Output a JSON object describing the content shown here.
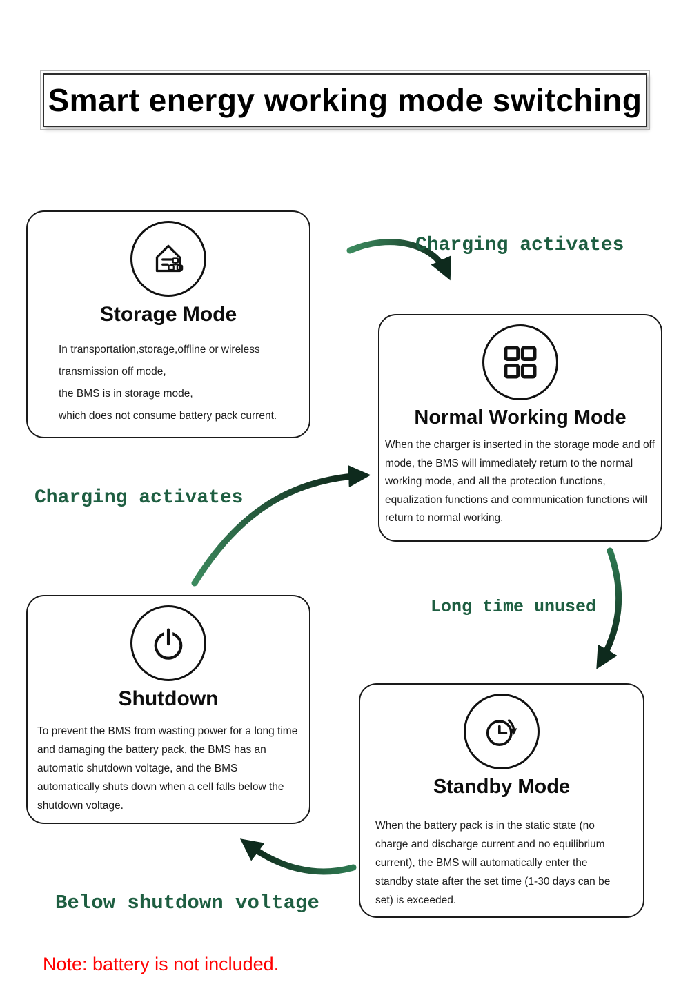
{
  "title": "Smart energy working mode switching",
  "nodes": {
    "storage": {
      "title": "Storage Mode",
      "icon": "smart-home-house-icon",
      "lines": [
        "In transportation,storage,offline or wireless",
        "transmission off mode,",
        "the BMS is in storage mode,",
        "which does not consume battery pack current."
      ]
    },
    "normal": {
      "title": "Normal Working Mode",
      "icon": "grid-four-squares-icon",
      "body": "When the charger is inserted in the storage mode and off mode, the BMS will immediately return to the normal working mode, and all the protection functions, equalization functions and communication functions will return to normal working."
    },
    "shutdown": {
      "title": "Shutdown",
      "icon": "power-icon",
      "body": "To prevent the BMS from wasting power for a long time and damaging the battery pack, the BMS has an automatic shutdown voltage, and the BMS automatically shuts down when a cell falls below the shutdown voltage."
    },
    "standby": {
      "title": "Standby Mode",
      "icon": "clock-standby-icon",
      "body": "When the battery pack is in the static state (no charge and discharge current and no equilibrium current), the BMS will automatically enter the standby state after the set time (1-30 days can be set) is exceeded."
    }
  },
  "labels": {
    "charging_activates_top": "Charging activates",
    "charging_activates_left": "Charging activates",
    "long_time_unused": "Long time unused",
    "below_shutdown_voltage": "Below shutdown voltage"
  },
  "note": "Note: battery is not included.",
  "colors": {
    "label_green": "#1e5e41",
    "arrow_green": "#2e7a52",
    "arrow_dark": "#0b2015",
    "note_red": "#ff0000"
  }
}
